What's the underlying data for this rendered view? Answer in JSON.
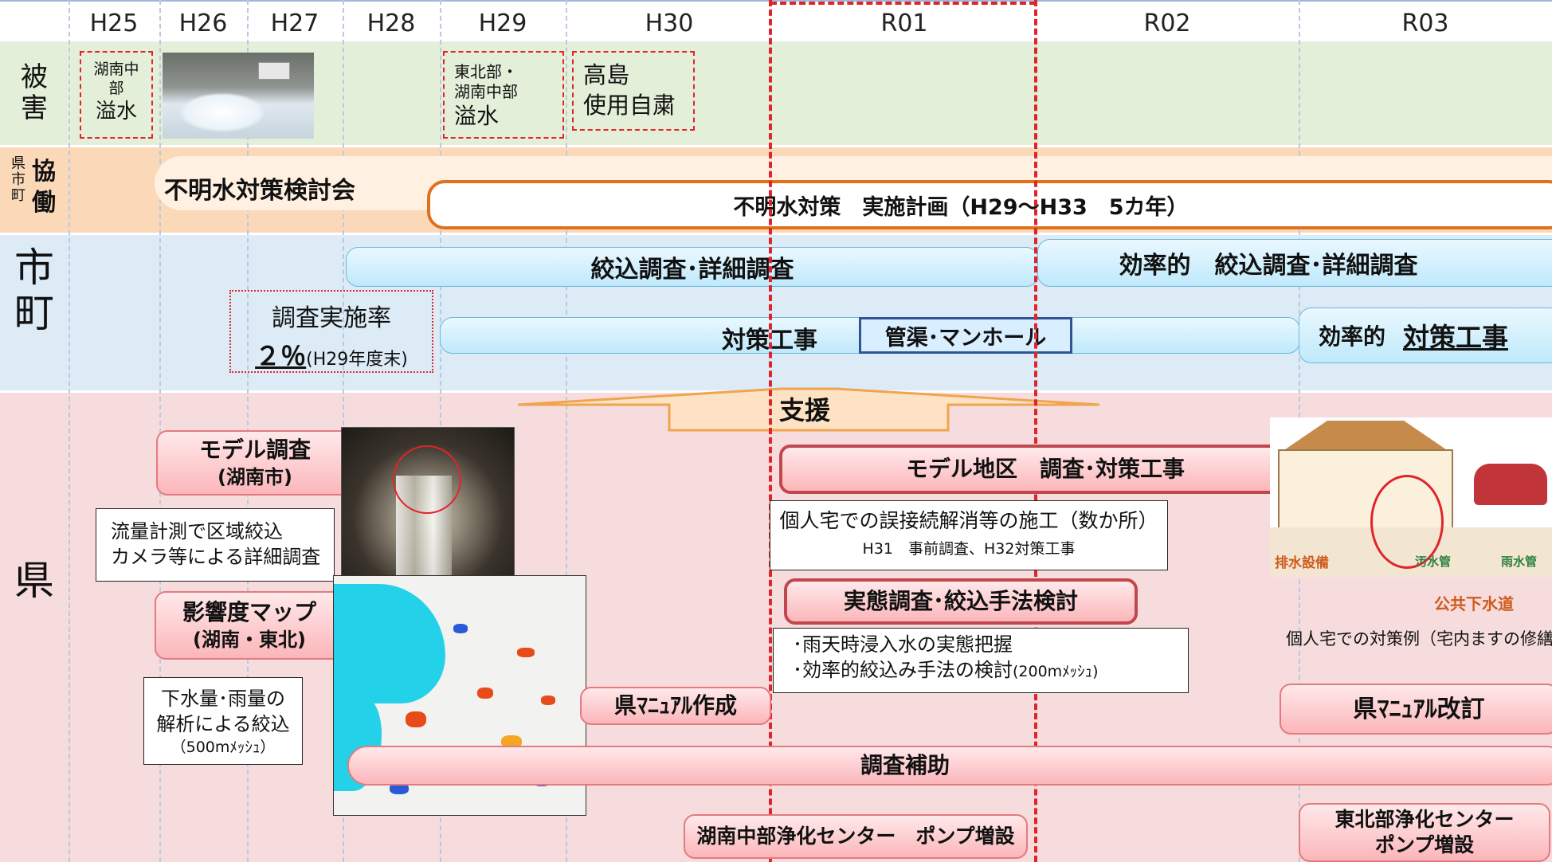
{
  "years": [
    "H25",
    "H26",
    "H27",
    "H28",
    "H29",
    "H30",
    "R01",
    "R02",
    "R03"
  ],
  "rows": {
    "damage": "被\n害",
    "cooperation_small": "県\n市\n町",
    "cooperation_big": "協\n働",
    "municipality": "市\n町",
    "prefecture": "県"
  },
  "damage": {
    "box1": "湖南中\n部",
    "box1_big": "溢水",
    "box2": "東北部・\n湖南中部",
    "box2_big": "溢水",
    "box3": "高島\n使用自粛"
  },
  "cooperation": {
    "council": "不明水対策検討会",
    "plan": "不明水対策　実施計画（H29～H33　5カ年）"
  },
  "municipality": {
    "survey_bar": "絞込調査･詳細調査",
    "efficient_survey_bar": "効率的　絞込調査･詳細調査",
    "works_bar": "対策工事",
    "works_sub": "管渠･マンホール",
    "efficient_label": "効率的",
    "efficient_works": "対策工事",
    "rate_label": "調査実施率",
    "rate_value": "２％",
    "rate_note": "(H29年度末)"
  },
  "prefecture": {
    "support": "支援",
    "model_survey": "モデル調査",
    "model_survey_sub": "(湖南市)",
    "model_note": "流量計測で区域絞込\nカメラ等による詳細調査",
    "impact_map": "影響度マップ",
    "impact_map_sub": "(湖南・東北)",
    "impact_note_1": "下水量･雨量の",
    "impact_note_2": "解析による絞込",
    "impact_note_3": "（500mﾒｯｼｭ）",
    "manual_create": "県ﾏﾆｭｱﾙ作成",
    "model_district": "モデル地区　調査･対策工事",
    "private_note_1": "個人宅での誤接続解消等の施工（数か所）",
    "private_note_2": "H31　事前調査、H32対策工事",
    "actual_survey": "実態調査･絞込手法検討",
    "actual_note_1": "･雨天時浸入水の実態把握",
    "actual_note_2": "･効率的絞込み手法の検討",
    "actual_note_3": "(200mﾒｯｼｭ)",
    "subsidy": "調査補助",
    "konan_pump": "湖南中部浄化センター　ポンプ増設",
    "tohoku_pump_1": "東北部浄化センター",
    "tohoku_pump_2": "ポンプ増設",
    "manual_revise": "県ﾏﾆｭｱﾙ改訂",
    "illus_label_drain": "排水設備",
    "illus_label_sewer": "汚水管",
    "illus_label_rain": "雨水管",
    "illus_label_public": "公共下水道",
    "illus_caption": "個人宅での対策例（宅内ますの修繕"
  },
  "colors": {
    "accent_red": "#e0242c",
    "cooperation_band": "#fbd9b8",
    "damage_band": "#e4efd9",
    "municipality_band": "#dcebf5",
    "prefecture_band": "#f6dcdc",
    "plan_border": "#e0701c"
  }
}
